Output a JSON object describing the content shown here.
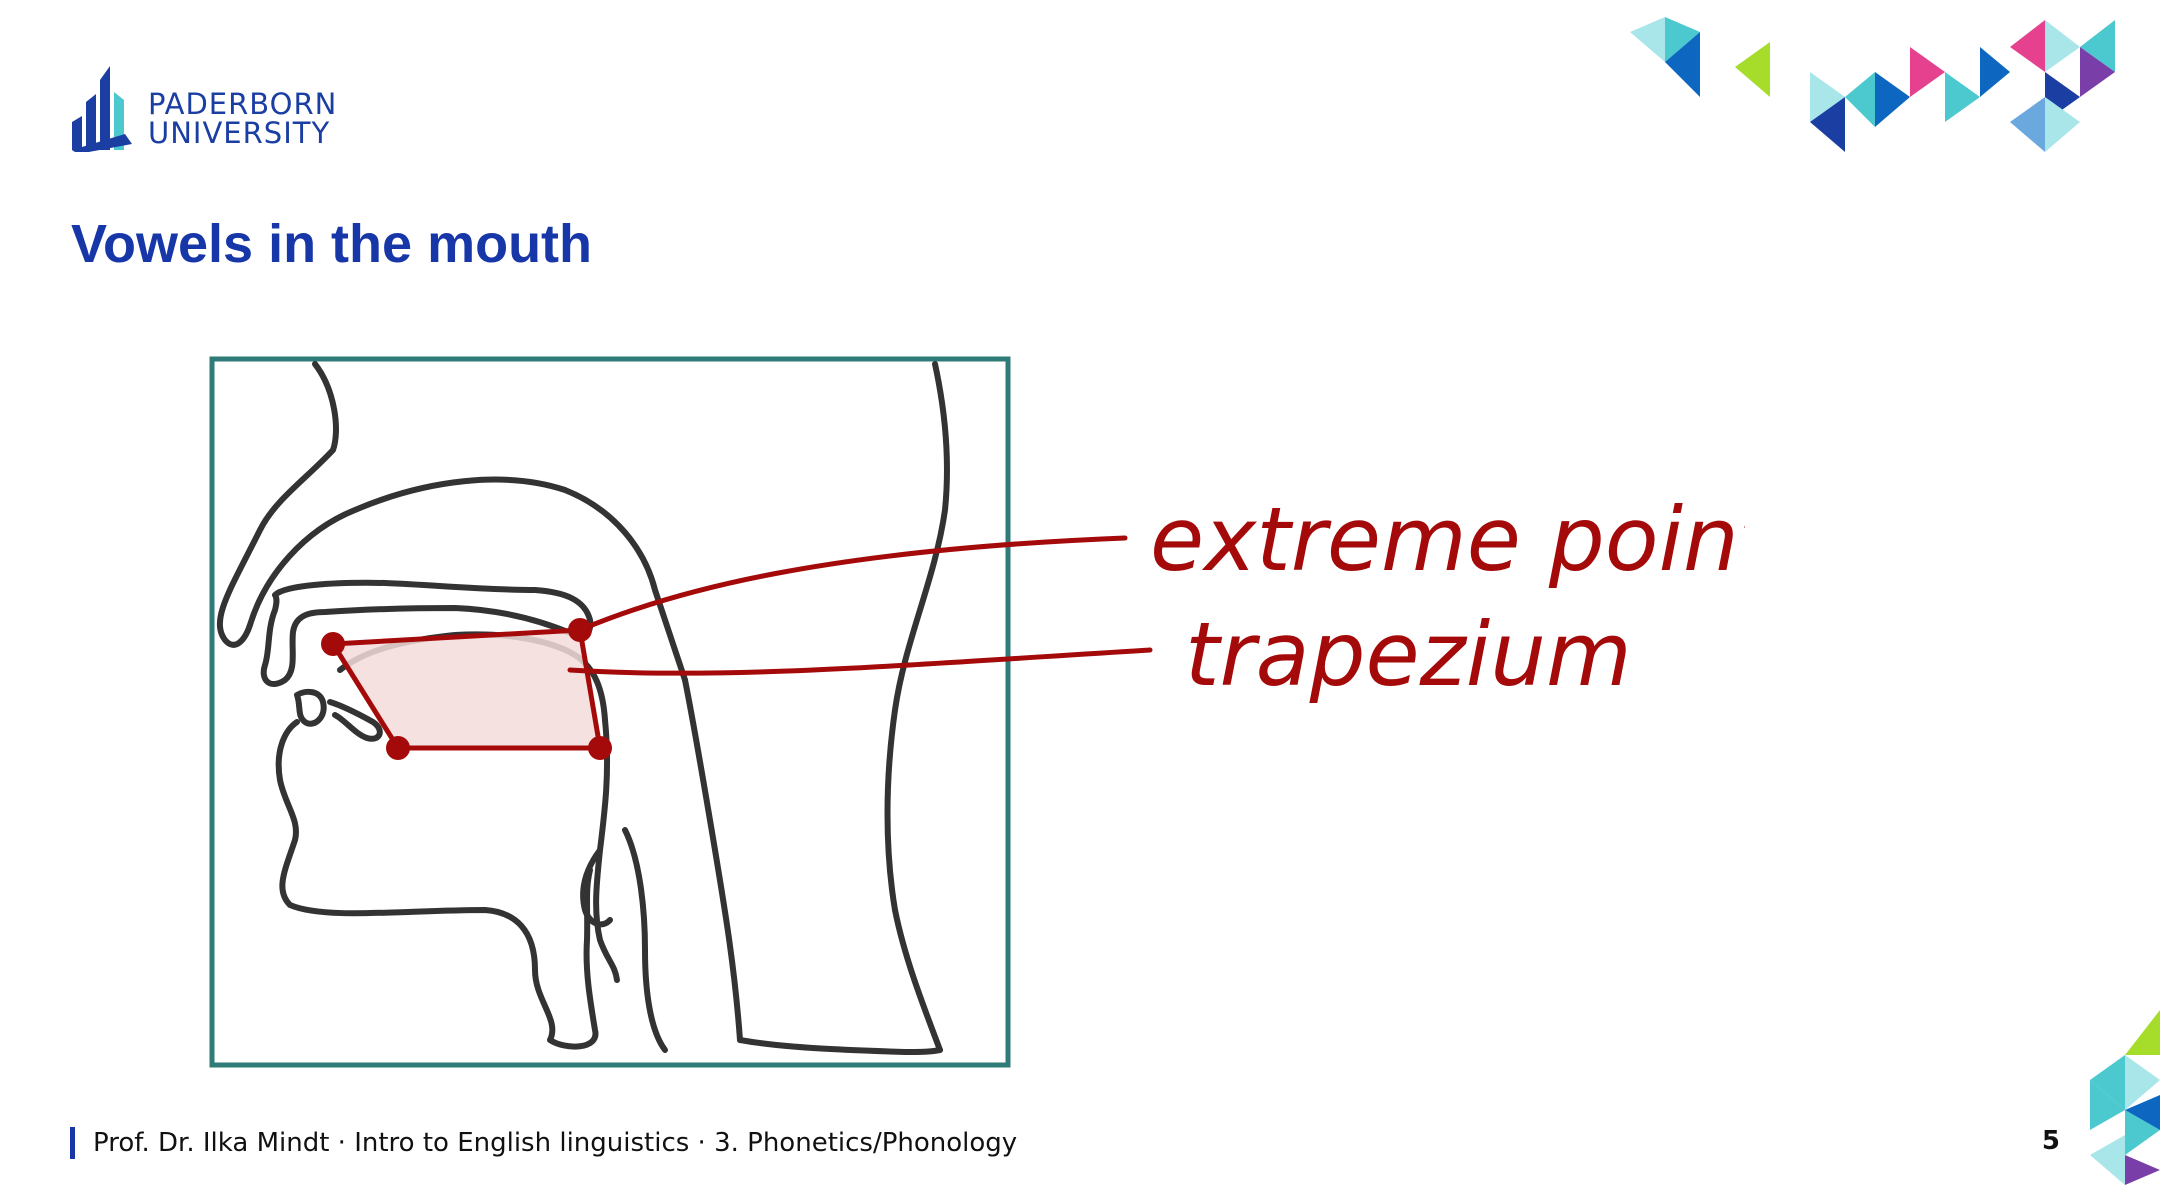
{
  "header": {
    "logo": {
      "line1": "PADERBORN",
      "line2": "UNIVERSITY",
      "icon": "paderborn-university-logo-icon",
      "color": "#1b3ea3"
    },
    "title": "Vowels in the mouth"
  },
  "diagram": {
    "annotations": {
      "extreme_points": "extreme points",
      "trapezium": "trapezium"
    },
    "frame_color": "#2e7b78",
    "outline_color": "#333333",
    "annotation_color": "#a50a0a",
    "trapezium_fill": "#f5dcdc"
  },
  "footer": {
    "text": "Prof. Dr. Ilka Mindt · Intro to English linguistics · 3. Phonetics/Phonology",
    "page_number": "5"
  },
  "decoration": {
    "colors": [
      "#4bc9cf",
      "#0d67c0",
      "#a6dc2a",
      "#e6418f",
      "#7a3ea8",
      "#1b3ea3",
      "#a8e6ea",
      "#6aa8dd"
    ]
  }
}
